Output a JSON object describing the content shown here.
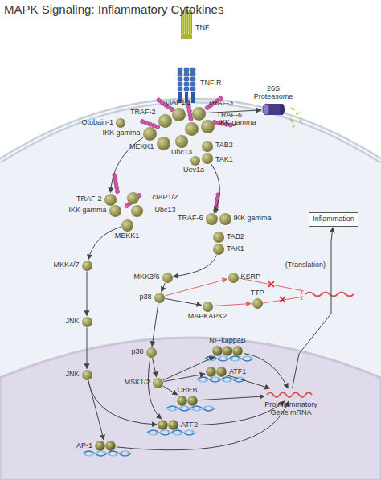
{
  "diagram": {
    "title": "MAPK Signaling: Inflammatory Cytokines",
    "nodes": [
      {
        "text": [
          "TNF"
        ]
      },
      {
        "text": [
          "TNF R"
        ]
      },
      {
        "text": [
          "cIAP1/2"
        ]
      },
      {
        "text": [
          "TRAF-3"
        ]
      },
      {
        "text": [
          "Otubain-1"
        ]
      },
      {
        "text": [
          "TRAF-2"
        ]
      },
      {
        "text": [
          "26S Proteasome"
        ]
      },
      {
        "text": [
          "TRAF-6"
        ]
      },
      {
        "text": [
          "IKK gamma"
        ]
      },
      {
        "text": [
          "IKK gamma"
        ]
      },
      {
        "text": [
          "MEKK1"
        ]
      },
      {
        "text": [
          "Ubc13"
        ]
      },
      {
        "text": [
          "TAB2"
        ]
      },
      {
        "text": [
          "Uev1a"
        ]
      },
      {
        "text": [
          "TAK1"
        ]
      },
      {
        "text": [
          "TRAF-2"
        ]
      },
      {
        "text": [
          "cIAP1/2"
        ]
      },
      {
        "text": [
          "IKK gamma"
        ]
      },
      {
        "text": [
          "Ubc13"
        ]
      },
      {
        "text": [
          "MEKK1"
        ]
      },
      {
        "text": [
          "TRAF-6"
        ]
      },
      {
        "text": [
          "IKK gamma"
        ]
      },
      {
        "text": [
          "TAB2"
        ]
      },
      {
        "text": [
          "TAK1"
        ]
      },
      {
        "text": [
          "Inflammation"
        ]
      },
      {
        "text": [
          "MKK4/7"
        ]
      },
      {
        "text": [
          "MKK3/6"
        ]
      },
      {
        "text": [
          "KSRP"
        ]
      },
      {
        "text": [
          "p38"
        ]
      },
      {
        "text": [
          "MAPKAPK2"
        ]
      },
      {
        "text": [
          "TTP"
        ]
      },
      {
        "text": [
          "JNK"
        ]
      },
      {
        "text": [
          "p38"
        ]
      },
      {
        "text": [
          "NF-kappaB"
        ]
      },
      {
        "text": [
          "JNK"
        ]
      },
      {
        "text": [
          "MSK1/2"
        ]
      },
      {
        "text": [
          "ATF1"
        ]
      },
      {
        "text": [
          "CREB"
        ]
      },
      {
        "text": [
          "Proinflammatory Gene mRNA"
        ]
      },
      {
        "text": [
          "ATF2"
        ]
      },
      {
        "text": [
          "AP-1"
        ]
      }
    ],
    "edges": [
      {
        "from": 3,
        "to": 6,
        "arrow": "to"
      },
      {
        "from": 9,
        "to": 15,
        "arrow": "to"
      },
      {
        "from": 14,
        "to": 20,
        "arrow": "to"
      },
      {
        "from": 19,
        "to": 25,
        "arrow": "to"
      },
      {
        "from": 25,
        "to": 31,
        "arrow": "to"
      },
      {
        "from": 31,
        "to": 34,
        "arrow": "to"
      },
      {
        "from": 23,
        "to": 26,
        "arrow": "to"
      },
      {
        "from": 26,
        "to": 28,
        "arrow": "to"
      },
      {
        "from": 28,
        "to": 27,
        "arrow": "to"
      },
      {
        "from": 28,
        "to": 29,
        "arrow": "to"
      },
      {
        "from": 29,
        "to": 30,
        "arrow": "to"
      },
      {
        "from": 28,
        "to": 32,
        "arrow": "to"
      },
      {
        "from": 32,
        "to": 35,
        "arrow": "to"
      },
      {
        "from": 32,
        "to": 39,
        "arrow": "to"
      },
      {
        "from": 34,
        "to": 39,
        "arrow": "to"
      },
      {
        "from": 34,
        "to": 40,
        "arrow": "to"
      },
      {
        "from": 35,
        "to": 33,
        "arrow": "to"
      },
      {
        "from": 35,
        "to": 36,
        "arrow": "to"
      },
      {
        "from": 35,
        "to": 37,
        "arrow": "to"
      },
      {
        "from": 33,
        "to": 38,
        "arrow": "to"
      },
      {
        "from": 36,
        "to": 38,
        "arrow": "to"
      },
      {
        "from": 37,
        "to": 38,
        "arrow": "to"
      },
      {
        "from": 39,
        "to": 38,
        "arrow": "to"
      },
      {
        "from": 40,
        "to": 38,
        "arrow": "to"
      },
      {
        "from": 38,
        "to": 24,
        "label": "(Translation)",
        "arrow": "to"
      }
    ]
  }
}
